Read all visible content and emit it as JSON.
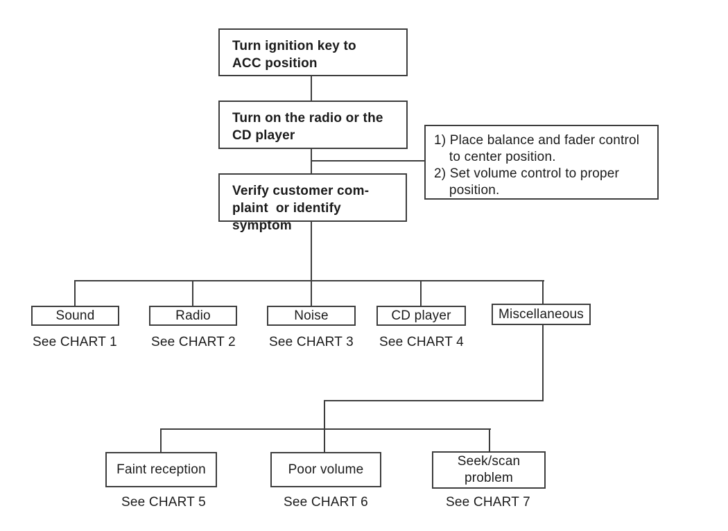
{
  "flowchart": {
    "colors": {
      "background": "#ffffff",
      "line": "#3c3c3c",
      "text": "#1a1a1a"
    },
    "steps": {
      "step1": {
        "text": "Turn ignition key to\nACC position"
      },
      "step2": {
        "text": "Turn on the radio or the\nCD player"
      },
      "step3": {
        "text": "Verify customer com-\nplaint  or identify symptom"
      }
    },
    "note": {
      "text": "1) Place balance and fader control\n    to center position.\n2) Set volume control to proper\n    position."
    },
    "branches": [
      {
        "label": "Sound",
        "chart": "See CHART 1"
      },
      {
        "label": "Radio",
        "chart": "See CHART 2"
      },
      {
        "label": "Noise",
        "chart": "See CHART 3"
      },
      {
        "label": "CD player",
        "chart": "See CHART 4"
      },
      {
        "label": "Miscellaneous"
      }
    ],
    "misc_branches": [
      {
        "label": "Faint reception",
        "chart": "See CHART 5"
      },
      {
        "label": "Poor volume",
        "chart": "See CHART 6"
      },
      {
        "label": "Seek/scan\nproblem",
        "chart": "See CHART 7"
      }
    ]
  }
}
